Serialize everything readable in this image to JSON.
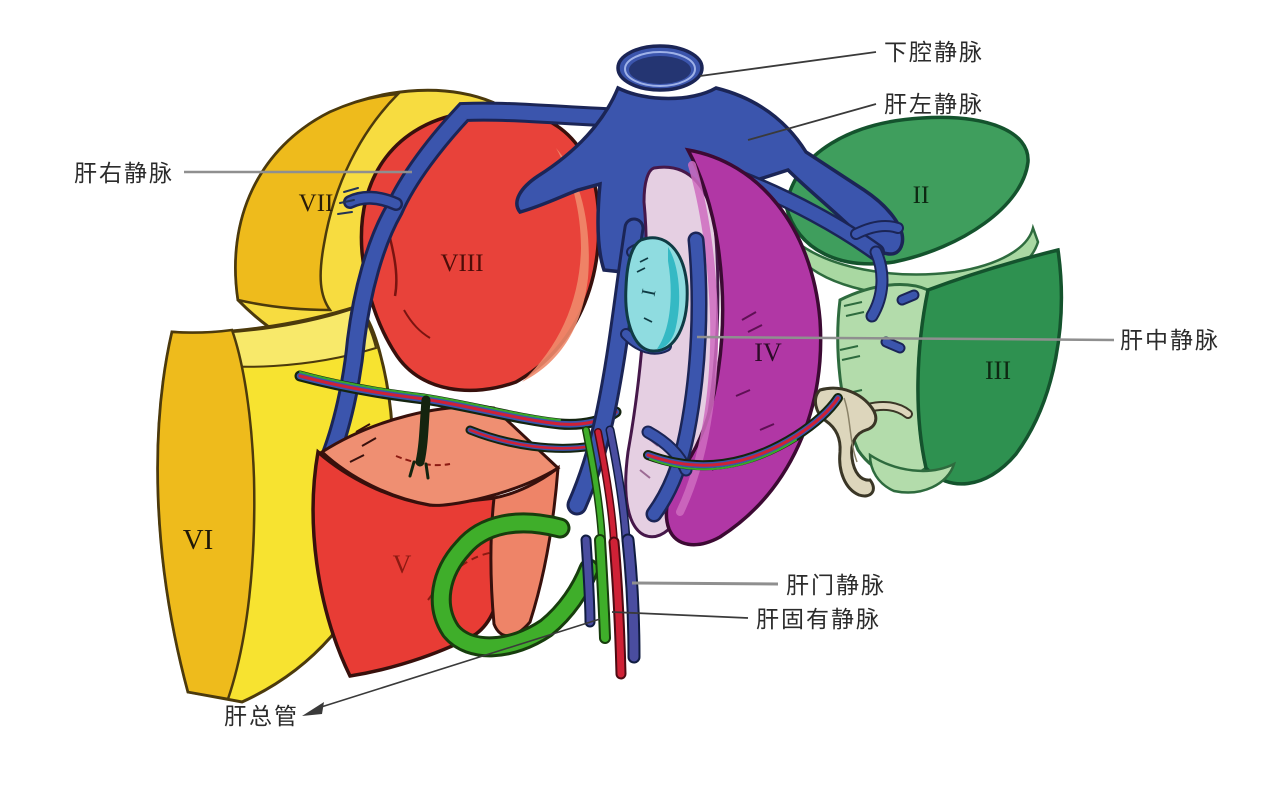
{
  "figure": {
    "type": "anatomical-diagram-liver-segments",
    "background": "#ffffff",
    "annotations": {
      "inferior_vena_cava": "下腔静脉",
      "left_hepatic_vein": "肝左静脉",
      "right_hepatic_vein": "肝右静脉",
      "middle_hepatic_vein": "肝中静脉",
      "hepatic_portal_vein": "肝门静脉",
      "proper_hepatic_vein": "肝固有静脉",
      "common_hepatic_duct": "肝总管"
    },
    "segments": {
      "I": {
        "numeral": "I",
        "color": "#8fdce0",
        "numeral_color": "#0f3b44"
      },
      "II": {
        "numeral": "II",
        "color": "#3f9e5d",
        "numeral_color": "#0d2812"
      },
      "III": {
        "numeral": "III",
        "color": "#2e9150",
        "numeral_color": "#0d2812"
      },
      "IV": {
        "numeral": "IV",
        "color": "#b137a5",
        "numeral_color": "#2d0b28"
      },
      "V": {
        "numeral": "V",
        "color": "#e83c35",
        "numeral_color": "#8c1a12"
      },
      "VI": {
        "numeral": "VI",
        "color": "#f7e330",
        "numeral_color": "#1f1808"
      },
      "VII": {
        "numeral": "VII",
        "color": "#f7dc40",
        "numeral_color": "#2a1c08"
      },
      "VIII": {
        "numeral": "VIII",
        "color": "#e8423a",
        "numeral_color": "#4d0d08"
      }
    },
    "vessels": {
      "hepatic_vein_blue": "#3b55ad",
      "portal_vein_purple": "#4a4da0",
      "hepatic_artery_red": "#cf2136",
      "bile_duct_green": "#3fae2a",
      "ivc_lumen": "#243572",
      "duct_beige": "#ddd6bc"
    }
  }
}
